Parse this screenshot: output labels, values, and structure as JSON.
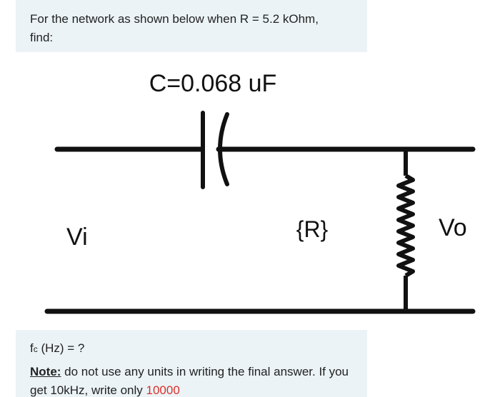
{
  "question": {
    "line1": "For the network as shown below when R = 5.2 kOhm,",
    "line2": "find:"
  },
  "circuit": {
    "capacitor_label": "C=0.068 uF",
    "input_label": "Vi",
    "resistor_label": "{R}",
    "output_label": "Vo"
  },
  "answer": {
    "fc_symbol": "f",
    "fc_subscript": "c",
    "fc_rest": " (Hz) = ?",
    "note_label": "Note:",
    "note_text": " do not use any units in writing the final answer. If you get 10kHz, write only ",
    "example_value": "10000"
  },
  "colors": {
    "panel_background": "#ebf3f6",
    "wire": "#111111",
    "highlight_red": "#d9312c"
  }
}
